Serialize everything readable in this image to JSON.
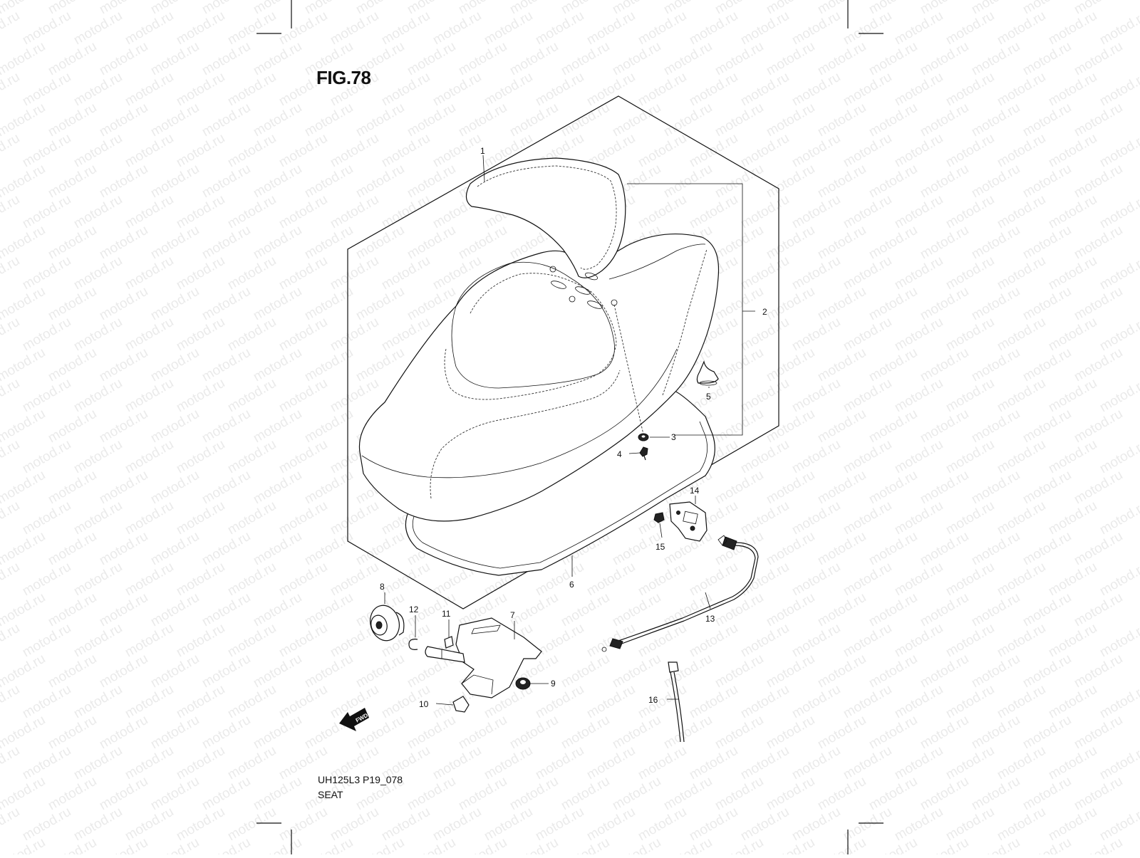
{
  "figure": {
    "title": "FIG.78",
    "code": "UH125L3 P19_078",
    "caption": "SEAT",
    "watermark": "motod.ru",
    "fwd_label": "FWD"
  },
  "callouts": [
    {
      "id": "1",
      "label": "1"
    },
    {
      "id": "2",
      "label": "2"
    },
    {
      "id": "3",
      "label": "3"
    },
    {
      "id": "4",
      "label": "4"
    },
    {
      "id": "5",
      "label": "5"
    },
    {
      "id": "6",
      "label": "6"
    },
    {
      "id": "7",
      "label": "7"
    },
    {
      "id": "8",
      "label": "8"
    },
    {
      "id": "9",
      "label": "9"
    },
    {
      "id": "10",
      "label": "10"
    },
    {
      "id": "11",
      "label": "11"
    },
    {
      "id": "12",
      "label": "12"
    },
    {
      "id": "13",
      "label": "13"
    },
    {
      "id": "14",
      "label": "14"
    },
    {
      "id": "15",
      "label": "15"
    },
    {
      "id": "16",
      "label": "16"
    }
  ],
  "colors": {
    "line": "#111111",
    "watermark": "#d8d8d8",
    "background": "#ffffff"
  }
}
